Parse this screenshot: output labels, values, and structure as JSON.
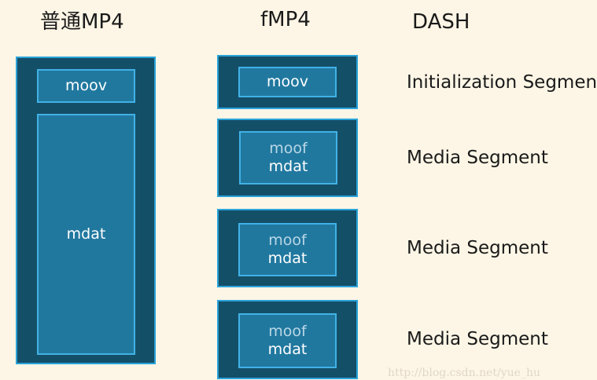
{
  "columns": {
    "mp4": {
      "title": "普通MP4",
      "moov": "moov",
      "mdat": "mdat"
    },
    "fmp4": {
      "title": "fMP4",
      "init": {
        "label": "moov"
      },
      "fragments": [
        {
          "moof": "moof",
          "mdat": "mdat"
        },
        {
          "moof": "moof",
          "mdat": "mdat"
        },
        {
          "moof": "moof",
          "mdat": "mdat"
        }
      ]
    },
    "dash": {
      "title": "DASH",
      "segments": [
        "Initialization Segment",
        "Media Segment",
        "Media Segment",
        "Media Segment"
      ]
    }
  },
  "watermark": "http://blog.csdn.net/yue_hu",
  "colors": {
    "background": "#fdf6e6",
    "outer_box": "#144f68",
    "outer_border": "#2aa3da",
    "inner_box": "#21789f",
    "inner_border": "#41b2e6"
  }
}
